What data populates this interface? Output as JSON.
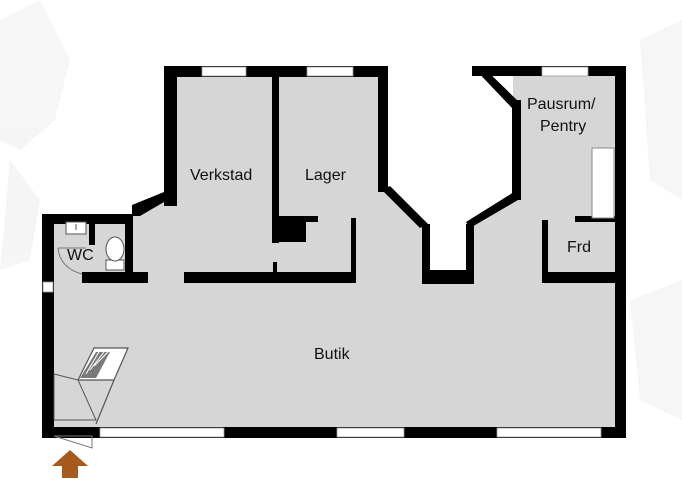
{
  "rooms": {
    "verkstad": "Verkstad",
    "lager": "Lager",
    "pausrum_line1": "Pausrum/",
    "pausrum_line2": "Pentry",
    "wc": "WC",
    "frd": "Frd",
    "butik": "Butik"
  },
  "colors": {
    "floor": "#d6d6d6",
    "wall": "#000000",
    "window": "#ffffff",
    "entrance_arrow": "#a65a1e",
    "stairs": "#7a7a7a"
  },
  "icons": {
    "entrance": "entrance-arrow-icon",
    "stairs": "staircase-icon",
    "sink": "sink-icon",
    "toilet": "toilet-icon",
    "background": "faded-building-photo-decoration"
  }
}
